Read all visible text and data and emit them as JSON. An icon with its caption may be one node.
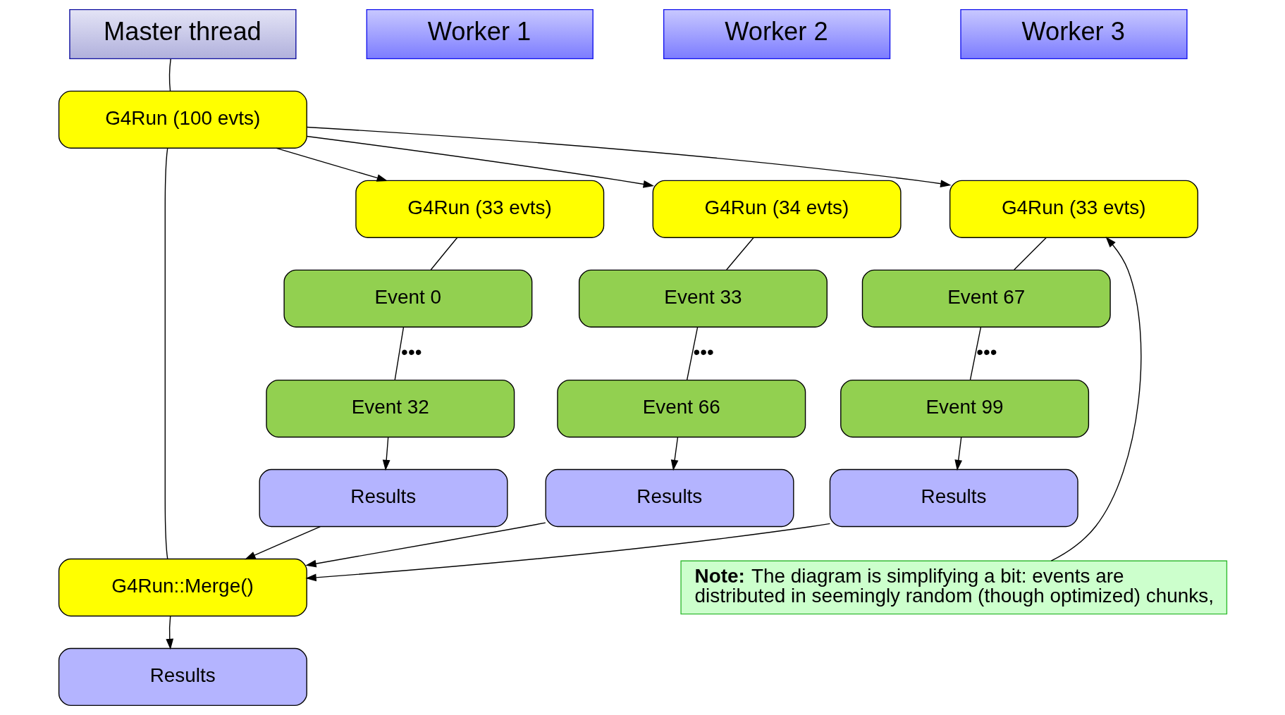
{
  "diagram": {
    "nodes": [
      {
        "text": [
          "Master thread"
        ]
      },
      {
        "text": [
          "Worker 1"
        ]
      },
      {
        "text": [
          "Worker 2"
        ]
      },
      {
        "text": [
          "Worker 3"
        ]
      },
      {
        "text": [
          "G4Run (100 evts)"
        ]
      },
      {
        "text": [
          "G4Run (33 evts)"
        ]
      },
      {
        "text": [
          "Event 0"
        ]
      },
      {
        "text": [
          "Event 32"
        ]
      },
      {
        "text": [
          "Results"
        ]
      },
      {
        "text": [
          "G4Run (34 evts)"
        ]
      },
      {
        "text": [
          "Event 33"
        ]
      },
      {
        "text": [
          "Event 66"
        ]
      },
      {
        "text": [
          "Results"
        ]
      },
      {
        "text": [
          "G4Run (33 evts)"
        ]
      },
      {
        "text": [
          "Event 67"
        ]
      },
      {
        "text": [
          "Event 99"
        ]
      },
      {
        "text": [
          "Results"
        ]
      },
      {
        "text": [
          "G4Run::Merge()"
        ]
      },
      {
        "text": [
          "Results"
        ]
      },
      {
        "text": [
          "**Note:** The diagram is simplifying a bit: events are distributed in seemingly random (though optimized) chunks,"
        ]
      }
    ],
    "edges": [
      {
        "from": 0,
        "to": 4,
        "arrow": "none"
      },
      {
        "from": 4,
        "to": 17,
        "arrow": "none"
      },
      {
        "from": 4,
        "to": 5,
        "arrow": "to"
      },
      {
        "from": 4,
        "to": 9,
        "arrow": "to"
      },
      {
        "from": 4,
        "to": 13,
        "arrow": "to"
      },
      {
        "from": 5,
        "to": 6,
        "arrow": "none"
      },
      {
        "from": 6,
        "to": 7,
        "arrow": "none",
        "label": "•••"
      },
      {
        "from": 7,
        "to": 8,
        "arrow": "to"
      },
      {
        "from": 9,
        "to": 10,
        "arrow": "none"
      },
      {
        "from": 10,
        "to": 11,
        "arrow": "none",
        "label": "•••"
      },
      {
        "from": 11,
        "to": 12,
        "arrow": "to"
      },
      {
        "from": 13,
        "to": 14,
        "arrow": "none"
      },
      {
        "from": 14,
        "to": 15,
        "arrow": "none",
        "label": "•••"
      },
      {
        "from": 15,
        "to": 16,
        "arrow": "to"
      },
      {
        "from": 8,
        "to": 17,
        "arrow": "to"
      },
      {
        "from": 12,
        "to": 17,
        "arrow": "to"
      },
      {
        "from": 16,
        "to": 17,
        "arrow": "to"
      },
      {
        "from": 17,
        "to": 18,
        "arrow": "to"
      },
      {
        "from": 19,
        "to": 13,
        "arrow": "to"
      }
    ]
  }
}
